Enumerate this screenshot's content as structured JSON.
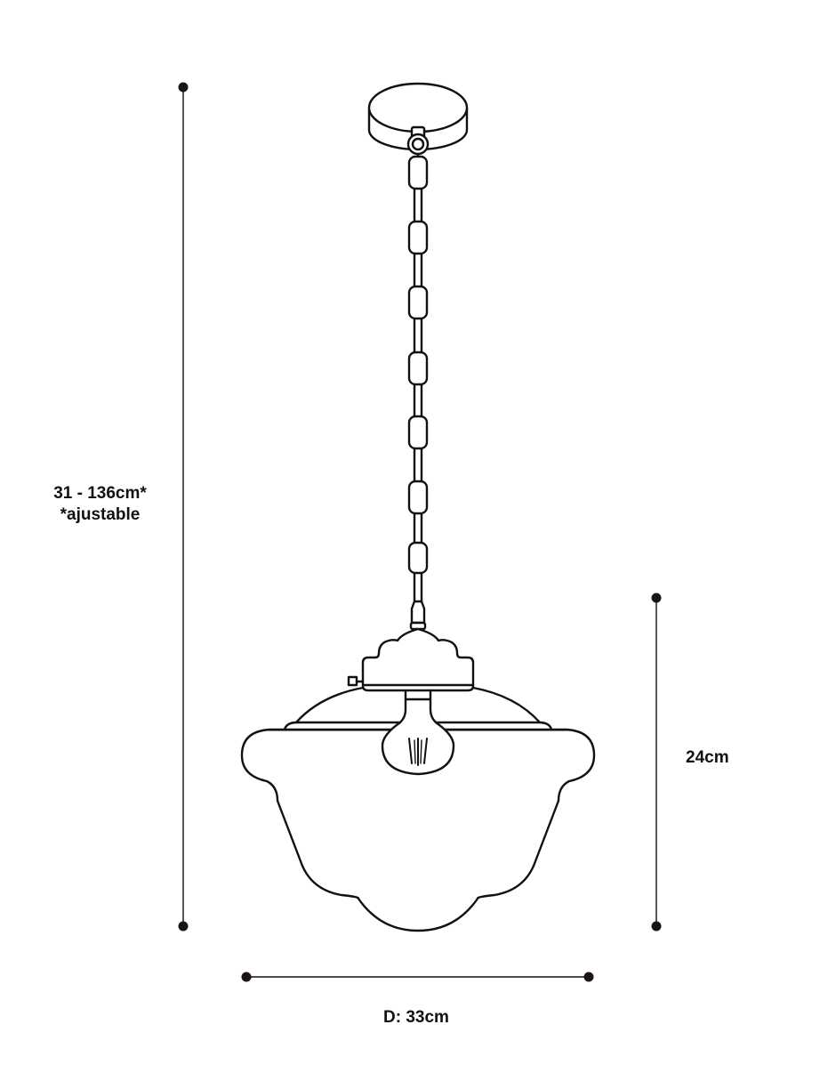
{
  "colors": {
    "line": "#111111",
    "dot": "#1a1414",
    "background": "#ffffff"
  },
  "dimensions": {
    "total_height": {
      "label": "31 - 136cm*",
      "note": "*ajustable"
    },
    "shade_height": {
      "label": "24cm"
    },
    "diameter": {
      "label": "D: 33cm"
    }
  }
}
